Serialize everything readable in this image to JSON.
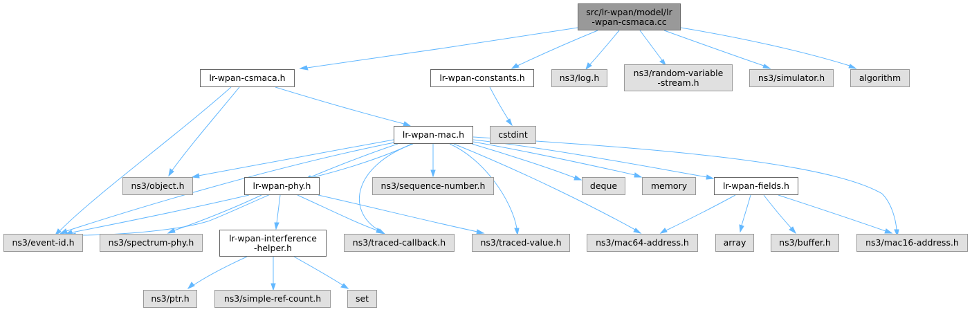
{
  "colors": {
    "edge": "#63b8ff",
    "root_fill": "#999999",
    "file_fill": "#ffffff",
    "ext_fill": "#e0e0e0"
  },
  "nodes": {
    "root": [
      "src/lr-wpan/model/lr",
      "-wpan-csmaca.cc"
    ],
    "csmaca_h": [
      "lr-wpan-csmaca.h"
    ],
    "constants_h": [
      "lr-wpan-constants.h"
    ],
    "log_h": [
      "ns3/log.h"
    ],
    "random_h": [
      "ns3/random-variable",
      "-stream.h"
    ],
    "simulator_h": [
      "ns3/simulator.h"
    ],
    "algorithm": [
      "algorithm"
    ],
    "mac_h": [
      "lr-wpan-mac.h"
    ],
    "cstdint": [
      "cstdint"
    ],
    "object_h": [
      "ns3/object.h"
    ],
    "phy_h": [
      "lr-wpan-phy.h"
    ],
    "seqnum_h": [
      "ns3/sequence-number.h"
    ],
    "deque": [
      "deque"
    ],
    "memory": [
      "memory"
    ],
    "fields_h": [
      "lr-wpan-fields.h"
    ],
    "eventid_h": [
      "ns3/event-id.h"
    ],
    "spectrum_h": [
      "ns3/spectrum-phy.h"
    ],
    "interf_h": [
      "lr-wpan-interference",
      "-helper.h"
    ],
    "tcallback_h": [
      "ns3/traced-callback.h"
    ],
    "tvalue_h": [
      "ns3/traced-value.h"
    ],
    "mac64_h": [
      "ns3/mac64-address.h"
    ],
    "array": [
      "array"
    ],
    "buffer_h": [
      "ns3/buffer.h"
    ],
    "mac16_h": [
      "ns3/mac16-address.h"
    ],
    "ptr_h": [
      "ns3/ptr.h"
    ],
    "refcount_h": [
      "ns3/simple-ref-count.h"
    ],
    "set": [
      "set"
    ]
  }
}
